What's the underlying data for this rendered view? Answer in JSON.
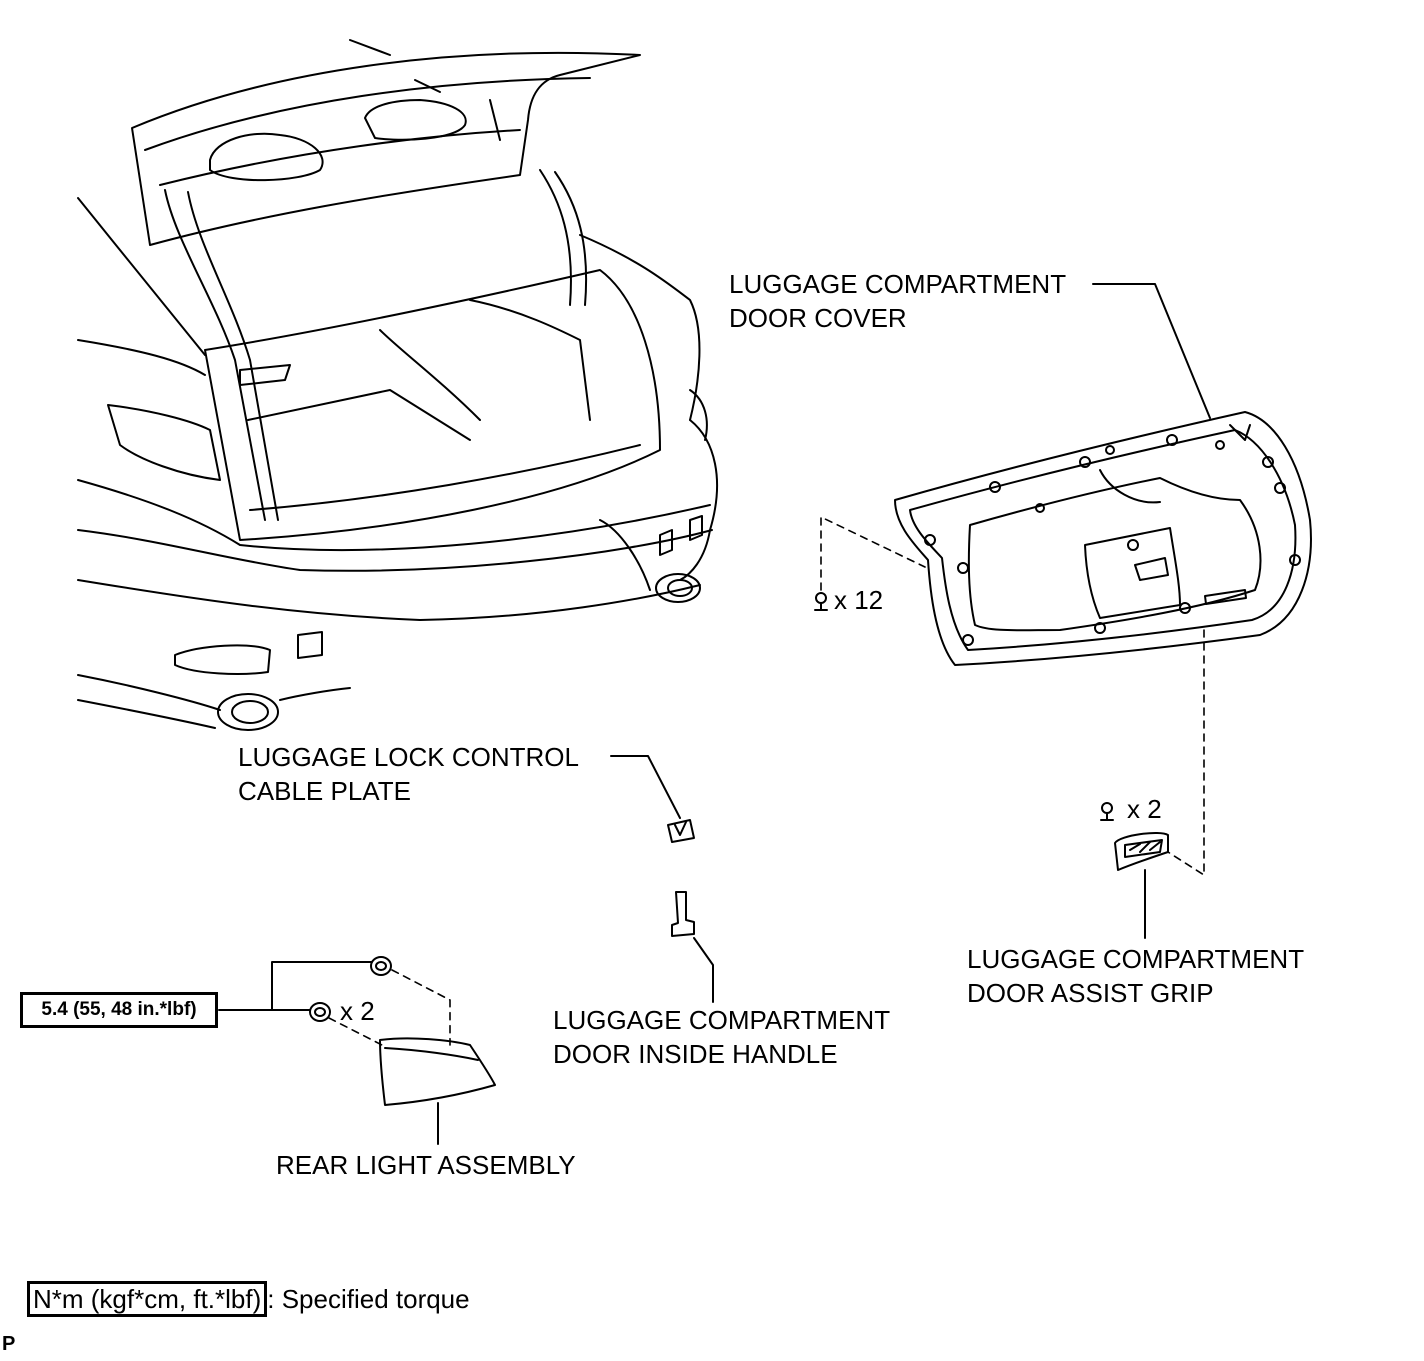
{
  "labels": {
    "door_cover": [
      "LUGGAGE COMPARTMENT",
      "DOOR COVER"
    ],
    "cable_plate": [
      "LUGGAGE LOCK CONTROL",
      "CABLE PLATE"
    ],
    "assist_grip": [
      "LUGGAGE COMPARTMENT",
      "DOOR ASSIST GRIP"
    ],
    "inside_handle": [
      "LUGGAGE COMPARTMENT",
      "DOOR INSIDE HANDLE"
    ],
    "rear_light": "REAR LIGHT ASSEMBLY"
  },
  "quantities": {
    "cover_clips": "x 12",
    "grip_screws": "x 2",
    "light_nuts": "x 2"
  },
  "torque": "5.4 (55, 48 in.*lbf)",
  "legend": {
    "unit_box": "N*m (kgf*cm, ft.*lbf)",
    "text": ": Specified torque"
  },
  "figure_code": "P"
}
